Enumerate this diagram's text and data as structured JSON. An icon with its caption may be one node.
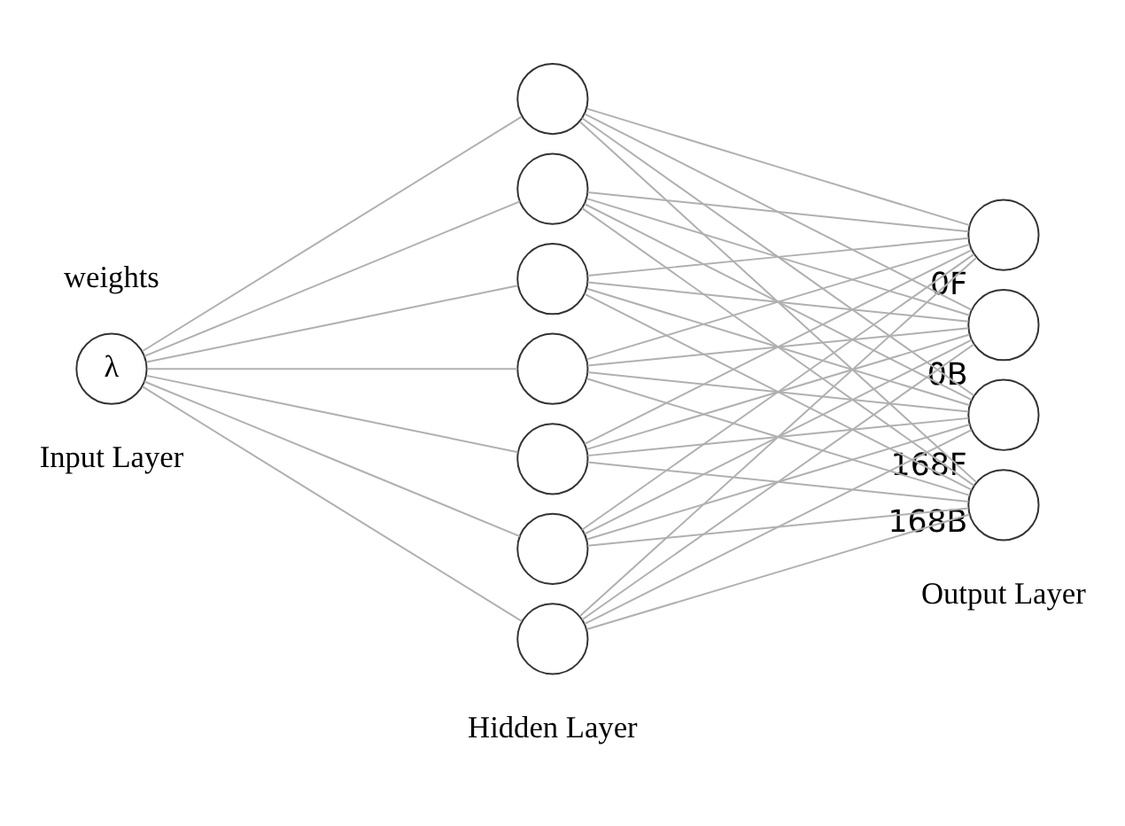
{
  "diagram": {
    "nodes": [
      {
        "text": [
          "λ"
        ]
      },
      {
        "text": [],
        "shape": "circle"
      },
      {
        "text": [],
        "shape": "circle"
      },
      {
        "text": [],
        "shape": "circle"
      },
      {
        "text": [],
        "shape": "circle"
      },
      {
        "text": [],
        "shape": "circle"
      },
      {
        "text": [],
        "shape": "circle"
      },
      {
        "text": [],
        "shape": "circle"
      },
      {
        "text": [],
        "shape": "circle",
        "beside": [
          "0F"
        ]
      },
      {
        "text": [],
        "shape": "circle",
        "beside": [
          "0B"
        ]
      },
      {
        "text": [],
        "shape": "circle",
        "beside": [
          "168F"
        ]
      },
      {
        "text": [],
        "shape": "circle",
        "beside": [
          "168B"
        ]
      }
    ],
    "edges": [
      {
        "from": 0,
        "to": 1,
        "arrow": "none"
      },
      {
        "from": 0,
        "to": 2,
        "arrow": "none"
      },
      {
        "from": 0,
        "to": 3,
        "arrow": "none"
      },
      {
        "from": 0,
        "to": 4,
        "arrow": "none"
      },
      {
        "from": 0,
        "to": 5,
        "arrow": "none"
      },
      {
        "from": 0,
        "to": 6,
        "arrow": "none"
      },
      {
        "from": 0,
        "to": 7,
        "arrow": "none"
      },
      {
        "from": 1,
        "to": 8,
        "arrow": "none"
      },
      {
        "from": 1,
        "to": 9,
        "arrow": "none"
      },
      {
        "from": 1,
        "to": 10,
        "arrow": "none"
      },
      {
        "from": 1,
        "to": 11,
        "arrow": "none"
      },
      {
        "from": 2,
        "to": 8,
        "arrow": "none"
      },
      {
        "from": 2,
        "to": 9,
        "arrow": "none"
      },
      {
        "from": 2,
        "to": 10,
        "arrow": "none"
      },
      {
        "from": 2,
        "to": 11,
        "arrow": "none"
      },
      {
        "from": 3,
        "to": 8,
        "arrow": "none"
      },
      {
        "from": 3,
        "to": 9,
        "arrow": "none"
      },
      {
        "from": 3,
        "to": 10,
        "arrow": "none"
      },
      {
        "from": 3,
        "to": 11,
        "arrow": "none"
      },
      {
        "from": 4,
        "to": 8,
        "arrow": "none"
      },
      {
        "from": 4,
        "to": 9,
        "arrow": "none"
      },
      {
        "from": 4,
        "to": 10,
        "arrow": "none"
      },
      {
        "from": 4,
        "to": 11,
        "arrow": "none"
      },
      {
        "from": 5,
        "to": 8,
        "arrow": "none"
      },
      {
        "from": 5,
        "to": 9,
        "arrow": "none"
      },
      {
        "from": 5,
        "to": 10,
        "arrow": "none"
      },
      {
        "from": 5,
        "to": 11,
        "arrow": "none"
      },
      {
        "from": 6,
        "to": 8,
        "arrow": "none"
      },
      {
        "from": 6,
        "to": 9,
        "arrow": "none"
      },
      {
        "from": 6,
        "to": 10,
        "arrow": "none"
      },
      {
        "from": 6,
        "to": 11,
        "arrow": "none"
      },
      {
        "from": 7,
        "to": 8,
        "arrow": "none"
      },
      {
        "from": 7,
        "to": 9,
        "arrow": "none"
      },
      {
        "from": 7,
        "to": 10,
        "arrow": "none"
      },
      {
        "from": 7,
        "to": 11,
        "arrow": "none"
      }
    ],
    "labels": [
      "weights",
      "Input Layer",
      "Output Layer",
      "Hidden Layer"
    ]
  }
}
